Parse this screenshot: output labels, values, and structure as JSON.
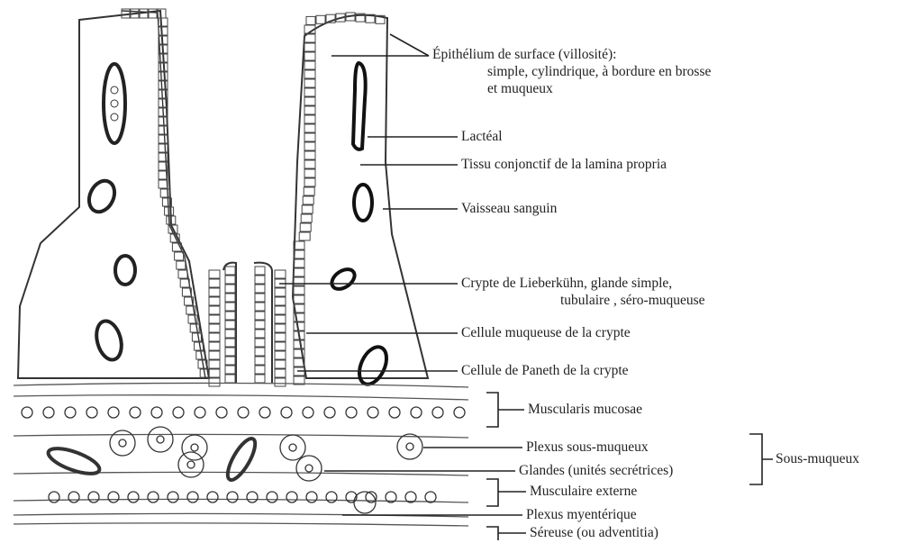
{
  "labels": {
    "epithelium": "Épithélium de surface (villosité):",
    "epithelium_line2": "simple, cylindrique, à bordure en brosse",
    "epithelium_line3": "et muqueux",
    "lacteal": "Lactéal",
    "lamina": "Tissu conjonctif de la lamina propria",
    "vessel": "Vaisseau sanguin",
    "crypt": "Crypte de Lieberkühn, glande simple,",
    "crypt_line2": "tubulaire , séro-muqueuse",
    "mucous_cell": "Cellule muqueuse de la crypte",
    "paneth_cell": "Cellule de Paneth de la crypte",
    "muscularis_mucosae": "Muscularis mucosae",
    "submucous_plexus": "Plexus sous-muqueux",
    "glands": "Glandes (unités secrétrices)",
    "submucosa": "Sous-muqueux",
    "muscularis_externa": "Musculaire externe",
    "myenteric_plexus": "Plexus myentérique",
    "serosa": "Séreuse (ou adventitia)"
  }
}
